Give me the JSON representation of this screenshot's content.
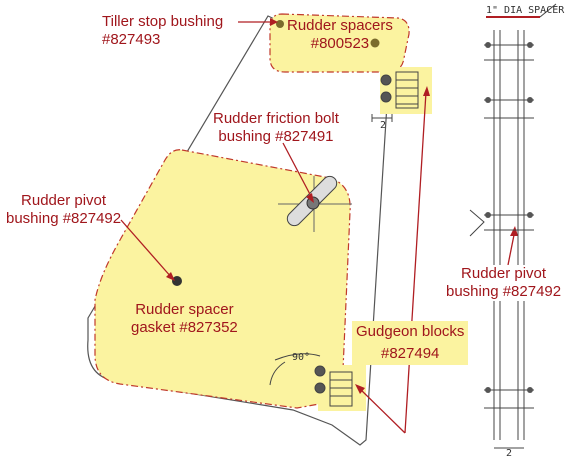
{
  "labels": {
    "tiller_stop": {
      "line1": "Tiller stop bushing",
      "line2": "#827493"
    },
    "rudder_spacers": {
      "line1": "Rudder spacers",
      "line2": "#800523"
    },
    "friction_bolt": {
      "line1": "Rudder friction bolt",
      "line2": "bushing #827491"
    },
    "pivot_left": {
      "line1": "Rudder pivot",
      "line2": "bushing #827492"
    },
    "spacer_gasket": {
      "line1": "Rudder spacer",
      "line2": "gasket #827352"
    },
    "gudgeon": {
      "line1": "Gudgeon blocks",
      "line2": "#827494"
    },
    "pivot_right": {
      "line1": "Rudder pivot",
      "line2": "bushing #827492"
    }
  },
  "drawing_text": {
    "spacer_callout": "1\" DIA SPACER",
    "angle": "90°",
    "dim_top": "2",
    "dim_bottom": "2"
  },
  "colors": {
    "label_text": "#a0161c",
    "highlight_fill": "#fbf3a0",
    "outline_dash": "#c0392b",
    "leader": "#b01e23",
    "drawing_line": "#555555"
  }
}
